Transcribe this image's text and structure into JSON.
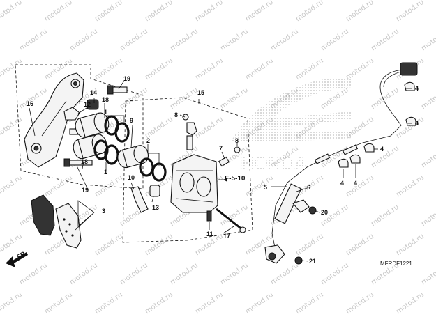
{
  "watermark": "motod.ru",
  "diagram_code": "MFRDF1221",
  "reference": "F-5-10",
  "direction_label": "FR.",
  "callouts": [
    "1",
    "2",
    "3",
    "4",
    "5",
    "6",
    "7",
    "8",
    "9",
    "10",
    "11",
    "12",
    "13",
    "14",
    "15",
    "16",
    "17",
    "18",
    "19",
    "20",
    "21"
  ]
}
